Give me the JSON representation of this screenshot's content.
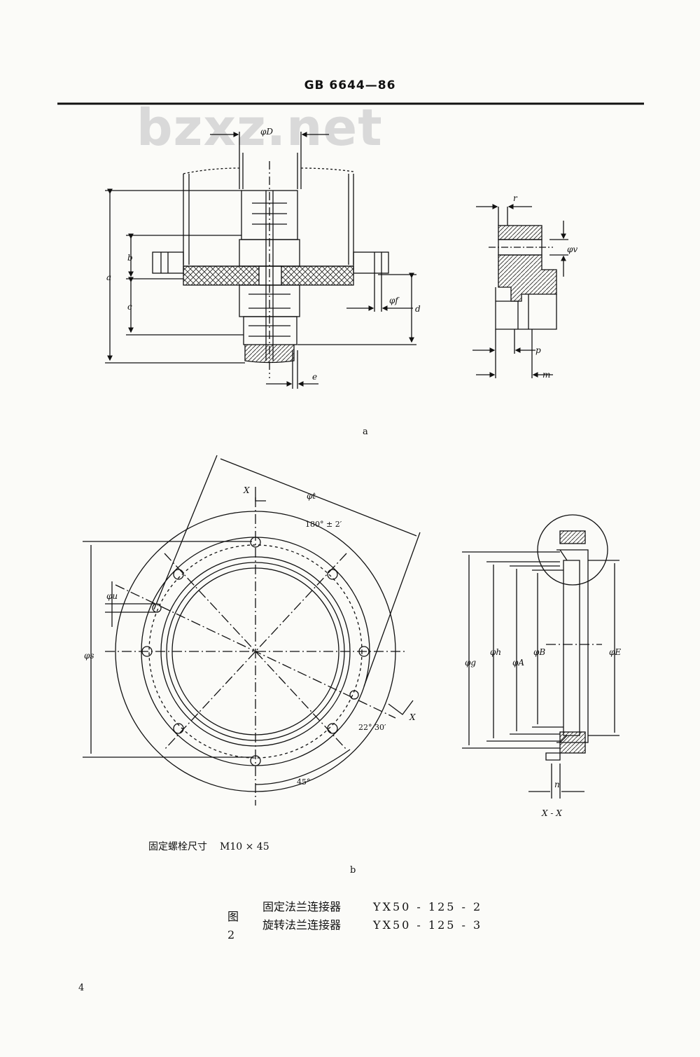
{
  "header": {
    "title": "GB 6644—86"
  },
  "watermark": {
    "text": "bzxz.net"
  },
  "figure_a": {
    "labels": {
      "D": "φD",
      "a": "a",
      "b": "b",
      "c": "c",
      "d": "d",
      "e": "e",
      "f": "φf",
      "r": "r",
      "v": "φv",
      "p": "p",
      "m": "m"
    },
    "sub_caption": "a"
  },
  "figure_b": {
    "labels": {
      "t": "φt",
      "angle180": "180° ± 2′",
      "x_top": "X",
      "x_right": "X",
      "u": "φu",
      "s": "φs",
      "angle22": "22°  30′",
      "angle45": "45°",
      "g": "φg",
      "h": "φh",
      "A": "φA",
      "B": "φB",
      "E": "φE",
      "n": "n",
      "section": "X - X"
    },
    "bolt_label": "固定螺栓尺寸",
    "bolt_value": "M10 × 45",
    "sub_caption": "b"
  },
  "caption": {
    "figure_number": "图 2",
    "line1_name": "固定法兰连接器",
    "line1_code": "YX50 - 125 - 2",
    "line2_name": "旋转法兰连接器",
    "line2_code": "YX50 - 125 - 3"
  },
  "page_number": "4"
}
